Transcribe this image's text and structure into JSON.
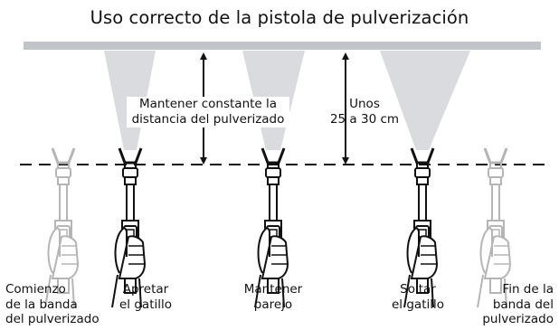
{
  "title": "Uso correcto de la pistola de pulverización",
  "notes": {
    "distance_line1": "Mantener constante la",
    "distance_line2": "distancia del pulverizado",
    "range_line1": "Unos",
    "range_line2": "25 a 30 cm"
  },
  "captions": [
    {
      "line1": "Comienzo",
      "line2": "de la banda",
      "line3": "del pulverizado"
    },
    {
      "line1": "Apretar",
      "line2": "el gatillo"
    },
    {
      "line1": "Mantener",
      "line2": "parejo"
    },
    {
      "line1": "Soltar",
      "line2": "el gatillo"
    },
    {
      "line1": "Fin de la",
      "line2": "banda del",
      "line3": "pulverizado"
    }
  ],
  "guns": [
    {
      "state": "faded",
      "spray": false
    },
    {
      "state": "solid",
      "spray": true
    },
    {
      "state": "solid",
      "spray": true
    },
    {
      "state": "solid",
      "spray": true
    },
    {
      "state": "faded",
      "spray": false
    }
  ],
  "colors": {
    "surface": "#c1c4c8",
    "spray": "#d9dbde",
    "solid_line": "#111111",
    "faded_line": "#b5b5b5"
  }
}
